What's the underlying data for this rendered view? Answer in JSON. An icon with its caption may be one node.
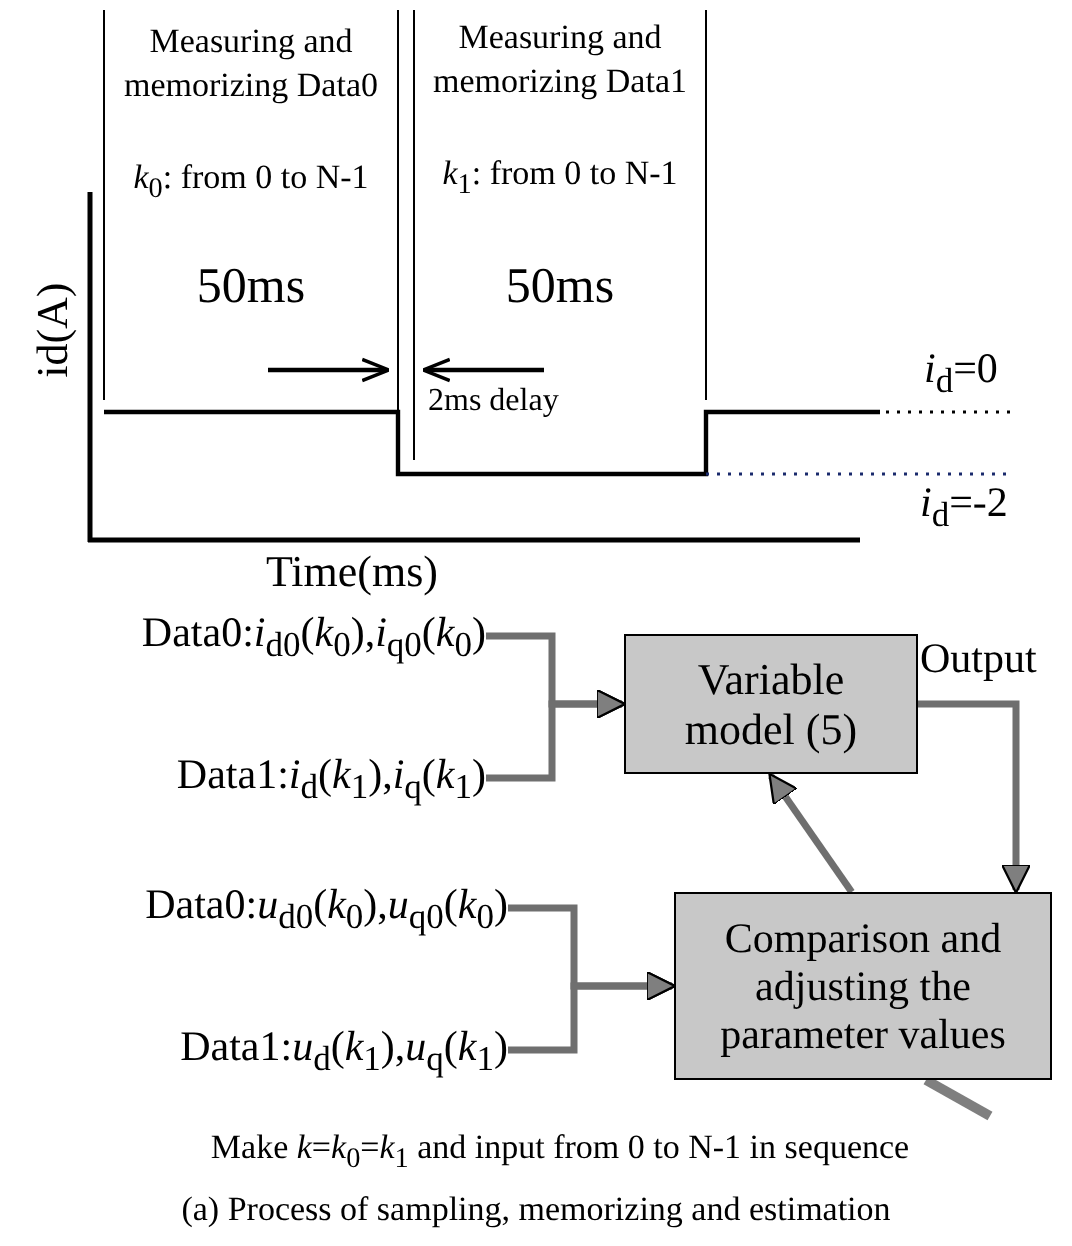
{
  "diagram": {
    "caption": "(a) Process of sampling, memorizing and estimation",
    "nodes": [
      {
        "text": [
          "Data0:*i*$_{d0}$(*k*$_{0}$),*i*$_{q0}$(*k*$_{0}$)"
        ]
      },
      {
        "text": [
          "Data1:*i*$_{d}$(*k*$_{1}$),*i*$_{q}$(*k*$_{1}$)"
        ]
      },
      {
        "text": [
          "Data0:*u*$_{d0}$(*k*$_{0}$),*u*$_{q0}$(*k*$_{0}$)"
        ]
      },
      {
        "text": [
          "Data1:*u*$_{d}$(*k*$_{1}$),*u*$_{q}$(*k*$_{1}$)"
        ]
      },
      {
        "text": [
          "Variable model (5)"
        ]
      },
      {
        "text": [
          "Comparison and adjusting the parameter values"
        ]
      }
    ],
    "edges": [
      {
        "from": 0,
        "to": 4,
        "arrow": "to"
      },
      {
        "from": 1,
        "to": 4,
        "arrow": "to"
      },
      {
        "from": 2,
        "to": 5,
        "arrow": "to"
      },
      {
        "from": 3,
        "to": 5,
        "arrow": "to"
      },
      {
        "from": 4,
        "to": 5,
        "arrow": "to",
        "label": "Output"
      },
      {
        "from": 5,
        "to": 4,
        "arrow": "to"
      }
    ],
    "labels": [
      "Measuring and memorizing Data0",
      "Measuring and memorizing Data1",
      "*k*$_{0}$: from 0 to N-1",
      "*k*$_{1}$: from 0 to N-1",
      "50ms",
      "50ms",
      "*i*$_{d}$=0",
      "2ms delay",
      "id(A)",
      "*i*$_{d}$=-2",
      "Time(ms)",
      "Make *k*=*k*$_{0}$=*k*$_{1}$ and input from 0 to N-1 in sequence"
    ]
  }
}
